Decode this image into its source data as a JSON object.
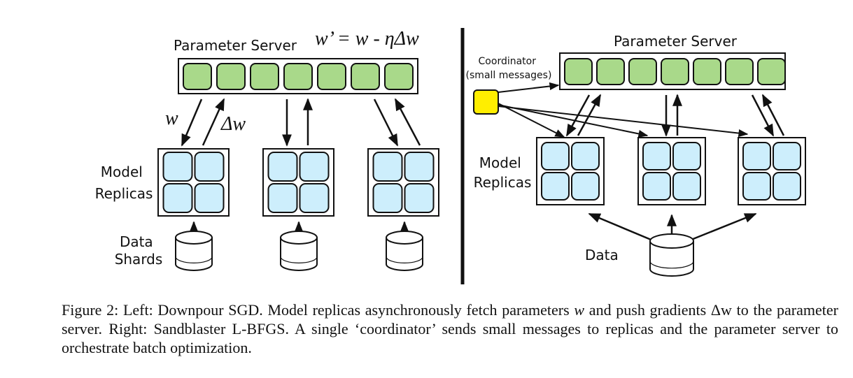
{
  "left": {
    "server_title": "Parameter Server",
    "update_rule": "w’ = w - ηΔw",
    "param_count": 7,
    "w_label": "w",
    "dw_label": "Δw",
    "replicas_label": [
      "Model",
      "Replicas"
    ],
    "data_label": [
      "Data",
      "Shards"
    ]
  },
  "right": {
    "server_title": "Parameter Server",
    "param_count": 7,
    "coordinator_label": [
      "Coordinator",
      "(small messages)"
    ],
    "replicas_label": [
      "Model",
      "Replicas"
    ],
    "data_label": "Data"
  },
  "colors": {
    "param_fill": "#a9d98a",
    "replica_fill": "#cdeefc",
    "coordinator_fill": "#ffee00"
  },
  "caption": {
    "figure": "Figure 2:",
    "part1": " Left: Downpour SGD. Model replicas asynchronously fetch parameters ",
    "var_w": "w",
    "part2": " and push gradients ",
    "var_dw": "Δw",
    "part3": " to the parameter server. Right: Sandblaster L-BFGS. A single ‘coordinator’ sends small messages to replicas and the parameter server to orchestrate batch optimization."
  }
}
